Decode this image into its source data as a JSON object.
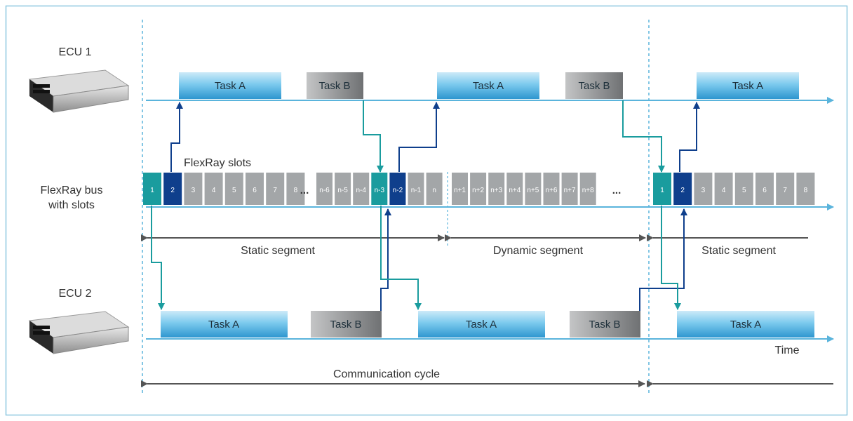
{
  "labels": {
    "ecu1": "ECU 1",
    "ecu2": "ECU 2",
    "bus_line1": "FlexRay bus",
    "bus_line2": "with slots",
    "flexray_slots": "FlexRay slots",
    "static_segment_1": "Static segment",
    "dynamic_segment": "Dynamic segment",
    "static_segment_2": "Static segment",
    "communication_cycle": "Communication cycle",
    "time": "Time",
    "ellipsis": "..."
  },
  "ecu1_tasks": [
    "Task A",
    "Task B",
    "Task A",
    "Task B",
    "Task A"
  ],
  "ecu2_tasks": [
    "Task A",
    "Task B",
    "Task A",
    "Task B",
    "Task A"
  ],
  "slot_groups": [
    [
      "1",
      "2",
      "3",
      "4",
      "5",
      "6",
      "7",
      "8"
    ],
    [
      "n-6",
      "n-5",
      "n-4",
      "n-3",
      "n-2",
      "n-1",
      "n"
    ],
    [
      "n+1",
      "n+2",
      "n+3",
      "n+4",
      "n+5",
      "n+6",
      "n+7",
      "n+8"
    ],
    [
      "1",
      "2",
      "3",
      "4",
      "5",
      "6",
      "7",
      "8"
    ]
  ],
  "colors": {
    "frame": "#8ec8e0",
    "axis": "#5ab4dc",
    "teal": "#1a9c9e",
    "navy": "#0f3f8c",
    "slot_gray": "#a3a6a8",
    "task_blue": "#5bb7e3",
    "task_gray": "#8f9193",
    "bracket": "#555555"
  }
}
